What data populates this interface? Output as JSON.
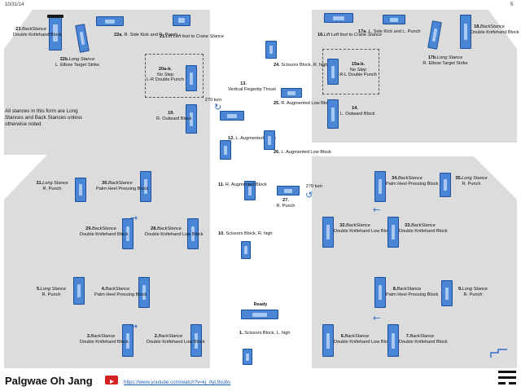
{
  "header": {
    "date": "10/31/14",
    "page_number": "5"
  },
  "footer": {
    "title": "Palgwae Oh Jang",
    "youtube_icon_name": "youtube-play-icon",
    "link_text": "https://www.youtube.com/watch?v=kj_0yL9sobs",
    "symbol_name": "trigram-symbol"
  },
  "note": {
    "text": "All stances in this form are Long Stances and Back Stances unless otherwise noted"
  },
  "colors": {
    "panel_bg": "#dcdcdc",
    "figure_blue": "#4a86d6",
    "figure_outline": "#1f4f95",
    "foot_black": "#1b1b1b",
    "arrow_blue": "#2f6cc4",
    "link_blue": "#1a5fb4"
  },
  "moves": {
    "m23": {
      "num": "23.",
      "stance": "BackStance",
      "text": "Double Knifehand Block"
    },
    "m22b": {
      "num": "22b.",
      "stance": "Long Stance",
      "text": "L. Elbow Target Strike"
    },
    "m22a": {
      "num": "22a.",
      "text": "R. Side Kick and R. Punch"
    },
    "m21": {
      "num": "21.",
      "stance": "Lift Left foot to Crane Stance"
    },
    "m20b": {
      "num": "20a-b.",
      "stance": "No Step",
      "text": "L-R Double Punch"
    },
    "m19": {
      "num": "19.",
      "text": "R. Outward Block"
    },
    "m13": {
      "num": "13.",
      "text": "Vertical Fingertip Thrust"
    },
    "turn270a": {
      "text": "270 turn"
    },
    "m24": {
      "num": "24.",
      "text": "Scissors Block, R. high"
    },
    "m25": {
      "num": "25.",
      "text": "R. Augmented Low Block"
    },
    "m12": {
      "num": "12.",
      "text": "L. Augmented Block"
    },
    "m26": {
      "num": "26.",
      "text": "L. Augmented Low Block"
    },
    "m11": {
      "num": "11.",
      "text": "R. Augmented Block"
    },
    "m27": {
      "num": "27.",
      "text": "R. Punch"
    },
    "turn270b": {
      "text": "270 turn"
    },
    "m10": {
      "num": "10.",
      "text": "Scissors Block, R. high"
    },
    "m16": {
      "num": "16.",
      "stance": "Lift Left foot to Crane Stance"
    },
    "m17a": {
      "num": "17a.",
      "text": "L. Side Kick and L. Punch"
    },
    "m18": {
      "num": "18.",
      "stance": "BackStance",
      "text": "Double Knifehand Block"
    },
    "m17b": {
      "num": "17b.",
      "stance": "Long Stance",
      "text": "R. Elbow Target Strike"
    },
    "m15ab": {
      "num": "15a-b.",
      "stance": "No Step",
      "text": "R-L Double Punch"
    },
    "m14": {
      "num": "14.",
      "text": "L. Outward Block"
    },
    "m31": {
      "num": "31.",
      "stance": "Long Stance",
      "text": "R. Punch"
    },
    "m30": {
      "num": "30.",
      "stance": "BackStance",
      "text": "Palm Heel Pressing Block"
    },
    "m29": {
      "num": "29.",
      "stance": "BackStance",
      "text": "Double Knifehand Block"
    },
    "m28": {
      "num": "28.",
      "stance": "BackStance",
      "text": "Double Knifehand Low Block"
    },
    "m5": {
      "num": "5.",
      "stance": "Long Stance",
      "text": "R. Punch"
    },
    "m4": {
      "num": "4.",
      "stance": "BackStance",
      "text": "Palm Heel Pressing Block"
    },
    "m3": {
      "num": "3.",
      "stance": "BackStance",
      "text": "Double Knifehand Block"
    },
    "m2": {
      "num": "2.",
      "stance": "BackStance",
      "text": "Double Knifehand Low Block"
    },
    "ready": {
      "text": "Ready"
    },
    "m1": {
      "num": "1.",
      "text": "Scissors Block, L. high"
    },
    "m34": {
      "num": "34.",
      "stance": "BackStance",
      "text": "Palm Heel Pressing Block"
    },
    "m35": {
      "num": "35.",
      "stance": "Long Stance",
      "text": "R. Punch"
    },
    "m32": {
      "num": "32.",
      "stance": "BackStance",
      "text": "Double Knifehand Low Block"
    },
    "m33": {
      "num": "33.",
      "stance": "BackStance",
      "text": "Double Knifehand Block"
    },
    "m8": {
      "num": "8.",
      "stance": "BackStance",
      "text": "Palm Heel Pressing Block"
    },
    "m9": {
      "num": "9.",
      "stance": "Long Stance",
      "text": "R. Punch"
    },
    "m6": {
      "num": "6.",
      "stance": "BackStance",
      "text": "Double Knifehand Low Block"
    },
    "m7": {
      "num": "7.",
      "stance": "BackStance",
      "text": "Double Knifehand Block"
    }
  }
}
